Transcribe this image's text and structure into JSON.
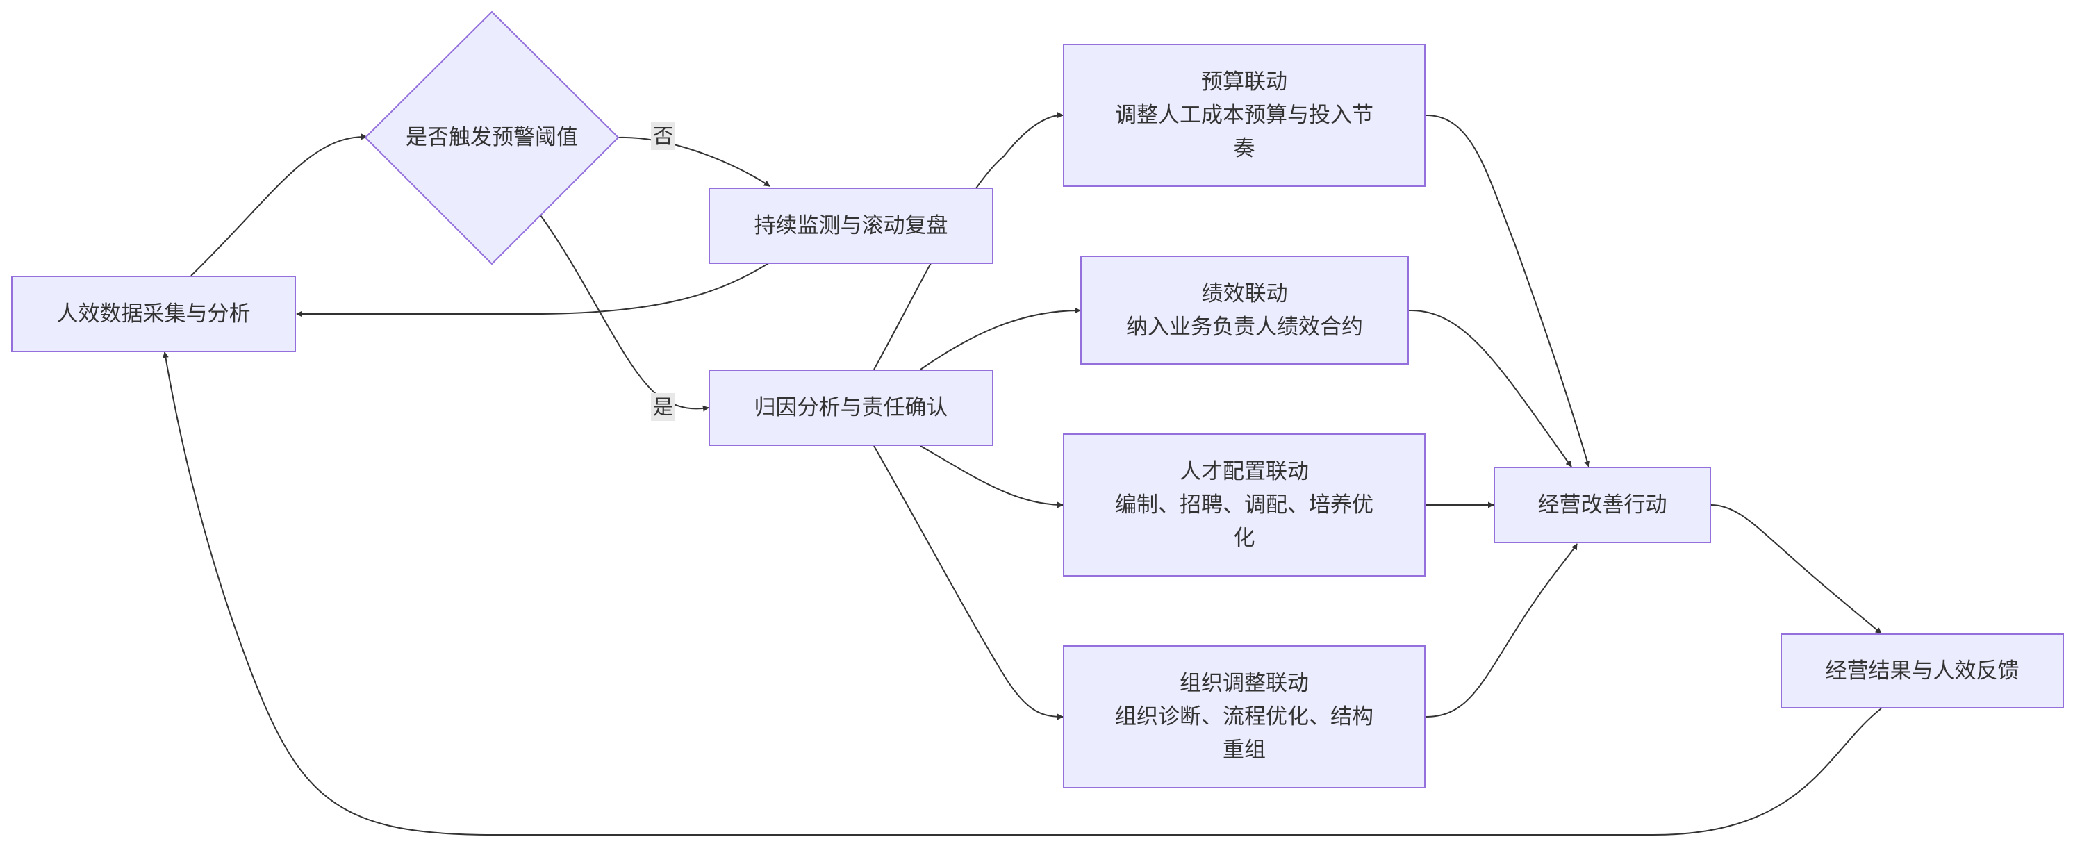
{
  "colors": {
    "node_fill": "#ECECFF",
    "node_border": "#9370DB",
    "edge": "#333333",
    "label_bg": "#e8e8e8",
    "text": "#333333"
  },
  "nodes": {
    "collect": {
      "label": "人效数据采集与分析"
    },
    "decision": {
      "label": "是否触发预警阈值"
    },
    "monitor": {
      "label": "持续监测与滚动复盘"
    },
    "attribution": {
      "label": "归因分析与责任确认"
    },
    "budget": {
      "title": "预算联动",
      "desc": "调整人工成本预算与投入节奏"
    },
    "perf": {
      "title": "绩效联动",
      "desc": "纳入业务负责人绩效合约"
    },
    "talent": {
      "title": "人才配置联动",
      "desc": "编制、招聘、调配、培养优化"
    },
    "org": {
      "title": "组织调整联动",
      "desc": "组织诊断、流程优化、结构重组"
    },
    "action": {
      "label": "经营改善行动"
    },
    "feedback": {
      "label": "经营结果与人效反馈"
    }
  },
  "edge_labels": {
    "no": "否",
    "yes": "是"
  }
}
